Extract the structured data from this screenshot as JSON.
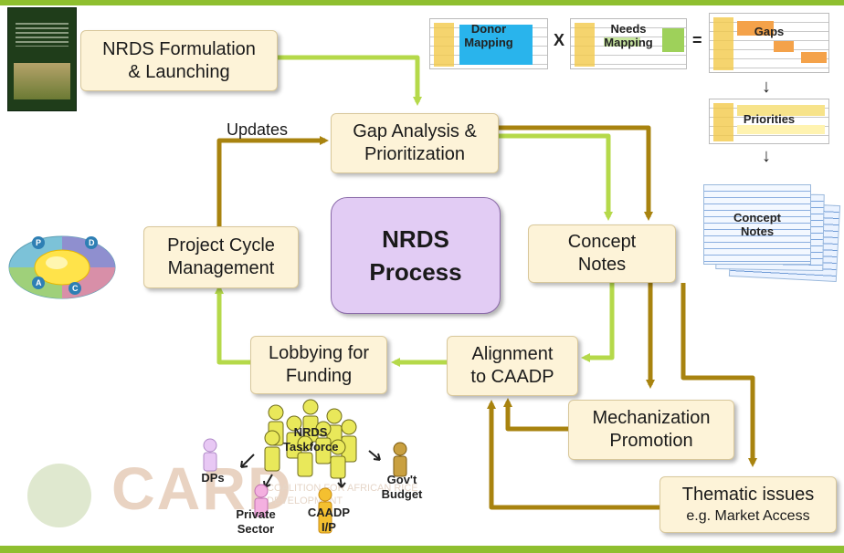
{
  "title": "NRDS Process",
  "center": {
    "line1": "NRDS",
    "line2": "Process"
  },
  "boxes": {
    "formulation": {
      "line1": "NRDS Formulation",
      "line2": "& Launching"
    },
    "gap": {
      "line1": "Gap Analysis &",
      "line2": "Prioritization"
    },
    "concept": {
      "line1": "Concept",
      "line2": "Notes"
    },
    "alignment": {
      "line1": "Alignment",
      "line2": "to CAADP"
    },
    "lobbying": {
      "line1": "Lobbying for",
      "line2": "Funding"
    },
    "pcm": {
      "line1": "Project Cycle",
      "line2": "Management"
    },
    "mechanization": {
      "line1": "Mechanization",
      "line2": "Promotion"
    },
    "thematic": {
      "line1": "Thematic issues",
      "line2": "e.g. Market Access"
    }
  },
  "labels": {
    "updates": "Updates"
  },
  "mapping": {
    "donor": {
      "line1": "Donor",
      "line2": "Mapping"
    },
    "needs": {
      "line1": "Needs",
      "line2": "Mapping"
    },
    "times": "X",
    "equals": "=",
    "gaps": "Gaps",
    "priorities": "Priorities",
    "concept_notes": {
      "line1": "Concept",
      "line2": "Notes"
    },
    "down_arrow": "↓"
  },
  "stakeholders": {
    "taskforce": {
      "line1": "NRDS",
      "line2": "Taskforce"
    },
    "dps": "DPs",
    "private": {
      "line1": "Private",
      "line2": "Sector"
    },
    "caadp": {
      "line1": "CAADP",
      "line2": "I/P"
    },
    "govt": {
      "line1": "Gov't",
      "line2": "Budget"
    }
  },
  "pcm_cycle": {
    "letters": [
      "P",
      "D",
      "C",
      "A"
    ]
  },
  "logo": {
    "text": "CARD",
    "sub1": "COALITION FOR AFRICAN RICE",
    "sub2": "DEVELOPMENT"
  },
  "colors": {
    "green_arrow": "#b5d94a",
    "brown_arrow": "#a8830f",
    "box_fill": "#fdf3d8",
    "center_fill": "#e2ccf4",
    "accent_bar": "#8fbf2f"
  }
}
